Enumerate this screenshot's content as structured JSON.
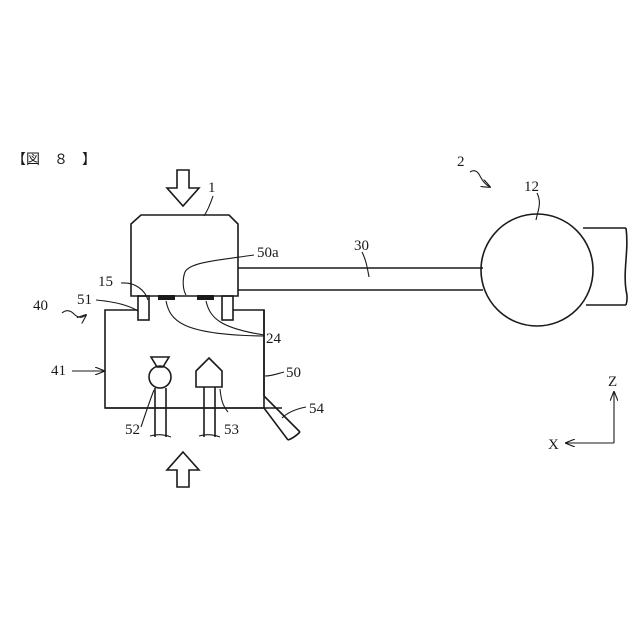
{
  "caption": {
    "text": "【図　８　】"
  },
  "labels": {
    "l1": "1",
    "l2": "2",
    "l12": "12",
    "l15": "15",
    "l24": "24",
    "l30": "30",
    "l40": "40",
    "l41": "41",
    "l50": "50",
    "l50a": "50a",
    "l51": "51",
    "l52": "52",
    "l53": "53",
    "l54": "54"
  },
  "axes": {
    "z": "Z",
    "x": "X"
  }
}
